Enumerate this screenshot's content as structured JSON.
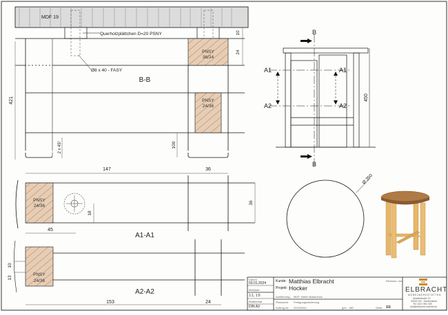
{
  "drawing": {
    "top_section": {
      "board_label": "MDF 19",
      "plate_label": "Querholzplättchen D=20 PSNY",
      "dowel_label": "Ø8 x 40 - FASY",
      "section_title": "B-B",
      "upper_hatch_label_1": "PNSY",
      "upper_hatch_label_2": "36/24",
      "lower_hatch_label_1": "PNSY",
      "lower_hatch_label_2": "24/36",
      "dim_height": "421",
      "dim_10": "10",
      "dim_24": "24",
      "dim_chamfer": "2 x 45°",
      "dim_100": "100"
    },
    "a1_section": {
      "dim_147": "147",
      "dim_36_top": "36",
      "hatch_label_1": "PNSY",
      "hatch_label_2": "24/36",
      "dim_18": "18",
      "dim_36_side": "36",
      "dim_45": "45",
      "section_title": "A1-A1"
    },
    "a2_section": {
      "hatch_label_1": "PNSY",
      "hatch_label_2": "24/36",
      "dim_10": "10",
      "dim_13": "13",
      "section_title": "A2-A2",
      "dim_153": "153",
      "dim_24": "24"
    },
    "front_view": {
      "marker_b_top": "B",
      "marker_b_bottom": "B",
      "a1_left": "A1",
      "a1_right": "A1",
      "a2_left": "A2",
      "a2_right": "A2",
      "dim_450": "450"
    },
    "top_view": {
      "diameter_label": "Ø 350"
    }
  },
  "title_block": {
    "date_label": "Datum",
    "date_value": "03.01.2024",
    "scale_label": "Maßstab",
    "scale_value": "1:1, 1:5",
    "format_label": "Blattformat",
    "format_value": "DIN A3",
    "customer_label": "Kunde:",
    "customer_value": "Matthias Elbracht",
    "project_label": "Projekt:",
    "project_value": "Hocker",
    "execution_label": "Ausführung:",
    "execution_value": "MDF, Kiefer Massivholz",
    "plan_label": "Planname:",
    "plan_value": "Fertigungszeichnung",
    "order_label": "Auftrag-Nr.:",
    "order_value": "201202MJ",
    "checked_label": "gez.:",
    "checked_value": "ME",
    "page_label": "Seite:",
    "page_value": "1/1",
    "corner_note": "Revision: xxx",
    "company_name": "ELBRACHT",
    "company_sub": "MÖBELWERKSTÄTTEN",
    "address_1": "Musterstraße 12",
    "address_2": "32000 Ort · Deutschland",
    "address_3": "Tel. 0221 981 349",
    "address_4": "info@elbracht-moebel.de"
  },
  "colors": {
    "wood_hatch": "#e8cdb3",
    "mdf_fill": "#dcdcdc",
    "line": "#111111",
    "logo_gold": "#c98a2e",
    "seat_brown": "#9b6a3c",
    "leg_wood": "#e6b66a"
  }
}
